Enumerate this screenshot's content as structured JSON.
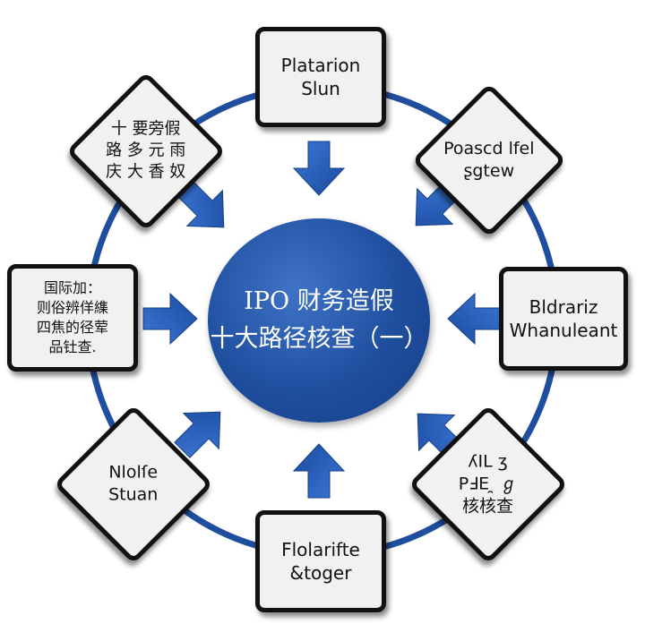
{
  "center": {
    "line1": "IPO 财务造假",
    "line2": "十大路径核查（一）"
  },
  "nodes": {
    "top": {
      "lines": [
        "Platarion",
        "Slun"
      ]
    },
    "top_right": {
      "lines": [
        "Poascd lfel",
        "ʂgtew"
      ]
    },
    "right": {
      "lines": [
        "Bldrariz",
        "Whanuleant"
      ]
    },
    "bottom_right": {
      "lines": [
        "ʎIL ʒ",
        "ΡℲE ̯ ℊ",
        "核核查"
      ]
    },
    "bottom": {
      "lines": [
        "Flolarifte",
        "&toger"
      ]
    },
    "bottom_left": {
      "lines": [
        "Nlolſe",
        "Stuan"
      ]
    },
    "left": {
      "lines": [
        "国际加：",
        "则俗辨佯䌖",
        "四焦的径荤",
        "品钍查."
      ]
    },
    "top_left": {
      "lines": [
        "十 要旁假",
        "路 多 元 雨",
        "庆 大 香 奴"
      ]
    }
  },
  "colors": {
    "ring": "#1f4e9f",
    "arrow": "#1f56b0",
    "box_border": "#111111",
    "box_fill": "#f1f1f1"
  }
}
